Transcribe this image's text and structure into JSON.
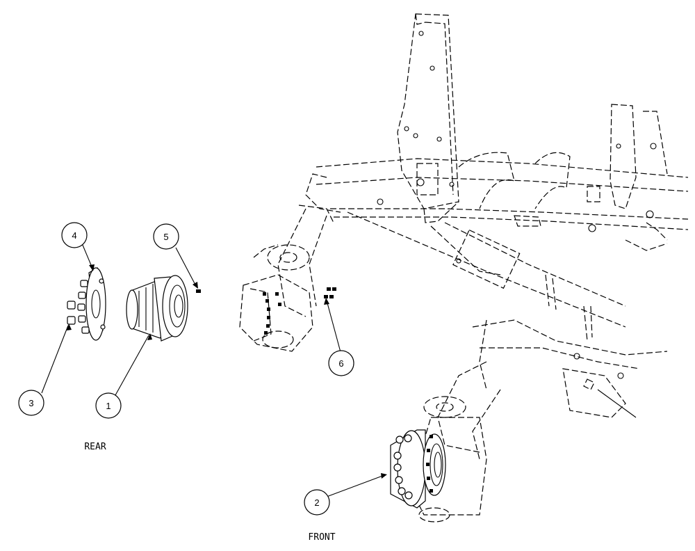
{
  "callouts": [
    {
      "id": "1",
      "label": "1"
    },
    {
      "id": "2",
      "label": "2"
    },
    {
      "id": "3",
      "label": "3"
    },
    {
      "id": "4",
      "label": "4"
    },
    {
      "id": "5",
      "label": "5"
    },
    {
      "id": "6",
      "label": "6"
    }
  ],
  "view_labels": {
    "rear": "REAR",
    "front": "FRONT"
  }
}
